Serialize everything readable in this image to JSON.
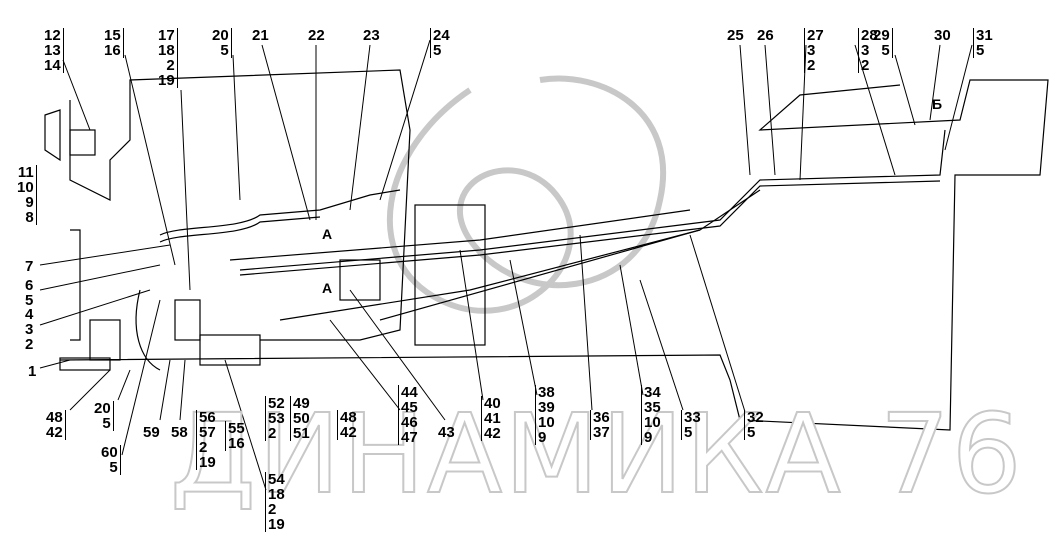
{
  "watermark": "ДИНАМИКА 76",
  "view_markers": [
    "А",
    "А",
    "Б"
  ],
  "callouts": [
    [
      "12",
      "13",
      "14"
    ],
    [
      "15",
      "16"
    ],
    [
      "17",
      "18",
      "2",
      "19"
    ],
    [
      "20",
      "5"
    ],
    [
      "21"
    ],
    [
      "22"
    ],
    [
      "23"
    ],
    [
      "24",
      "5"
    ],
    [
      "25"
    ],
    [
      "26"
    ],
    [
      "27",
      "3",
      "2"
    ],
    [
      "28",
      "3",
      "2"
    ],
    [
      "29",
      "5"
    ],
    [
      "30"
    ],
    [
      "31",
      "5"
    ],
    [
      "11",
      "10",
      "9",
      "8"
    ],
    [
      "7"
    ],
    [
      "6",
      "5"
    ],
    [
      "4",
      "3",
      "2"
    ],
    [
      "1"
    ],
    [
      "48",
      "42"
    ],
    [
      "20",
      "5"
    ],
    [
      "60",
      "5"
    ],
    [
      "59"
    ],
    [
      "58"
    ],
    [
      "56",
      "57",
      "2",
      "19"
    ],
    [
      "55",
      "16"
    ],
    [
      "54",
      "18",
      "2",
      "19"
    ],
    [
      "52",
      "53",
      "2"
    ],
    [
      "49",
      "50",
      "51"
    ],
    [
      "48",
      "42"
    ],
    [
      "44",
      "45",
      "46",
      "47"
    ],
    [
      "43"
    ],
    [
      "40",
      "41",
      "42"
    ],
    [
      "38",
      "39",
      "10",
      "9"
    ],
    [
      "36",
      "37"
    ],
    [
      "34",
      "35",
      "10",
      "9"
    ],
    [
      "33",
      "5"
    ],
    [
      "32",
      "5"
    ]
  ]
}
